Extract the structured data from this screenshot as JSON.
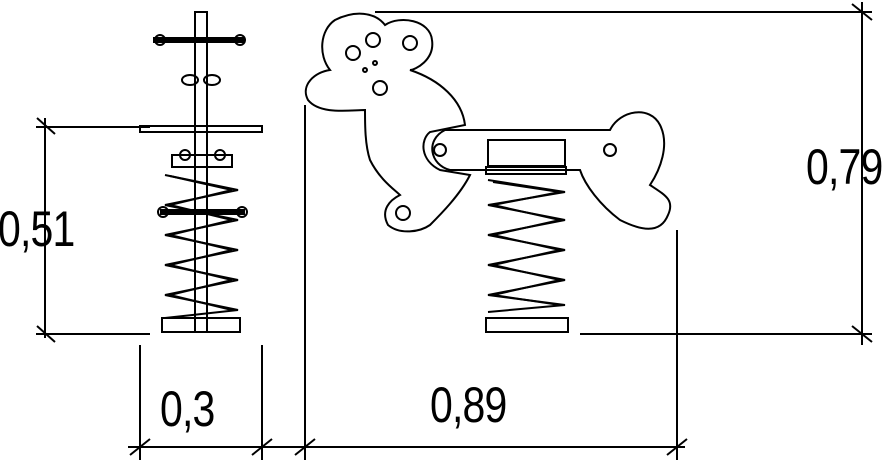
{
  "dimensions": {
    "front_height": "0,51",
    "front_width": "0,3",
    "side_width": "0,89",
    "side_height": "0,79"
  },
  "colors": {
    "line": "#000000",
    "background": "#ffffff"
  }
}
